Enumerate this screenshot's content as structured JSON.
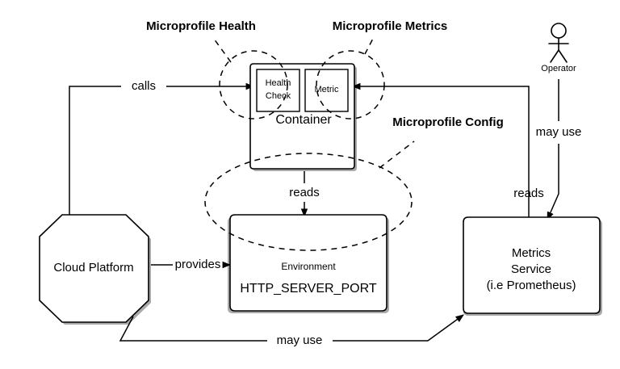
{
  "diagram": {
    "title": "Microprofile cloud-native observability and configuration diagram",
    "background_color": "#ffffff",
    "stroke_color": "#000000",
    "shadow_color": "#9a9a9a"
  },
  "group_labels": [
    {
      "id": "health",
      "text": "Microprofile Health"
    },
    {
      "id": "metrics",
      "text": "Microprofile Metrics"
    },
    {
      "id": "config",
      "text": "Microprofile Config"
    }
  ],
  "nodes": {
    "container": {
      "label": "Container",
      "shape": "rounded-rectangle"
    },
    "health_check": {
      "label_line1": "Health",
      "label_line2": "Check",
      "shape": "rectangle"
    },
    "metric": {
      "label": "Metric",
      "shape": "rectangle"
    },
    "cloud_platform": {
      "label": "Cloud Platform",
      "shape": "octagon"
    },
    "environment": {
      "label": "Environment",
      "variable": "HTTP_SERVER_PORT",
      "shape": "rounded-rectangle"
    },
    "metrics_service": {
      "label_line1": "Metrics",
      "label_line2": "Service",
      "label_line3": "(i.e Prometheus)",
      "shape": "rounded-rectangle"
    },
    "operator": {
      "label": "Operator",
      "shape": "actor-stick-figure"
    }
  },
  "edges": [
    {
      "id": "calls",
      "label": "calls",
      "from": "cloud-platform",
      "to": "health-check"
    },
    {
      "id": "reads-metric",
      "label": "reads",
      "from": "metrics-service",
      "to": "metric"
    },
    {
      "id": "reads-env",
      "label": "reads",
      "from": "container",
      "to": "environment"
    },
    {
      "id": "provides",
      "label": "provides",
      "from": "cloud-platform",
      "to": "environment"
    },
    {
      "id": "may-use-operator",
      "label": "may use",
      "from": "operator",
      "to": "metrics-service"
    },
    {
      "id": "may-use-platform",
      "label": "may use",
      "from": "cloud-platform",
      "to": "metrics-service"
    }
  ]
}
